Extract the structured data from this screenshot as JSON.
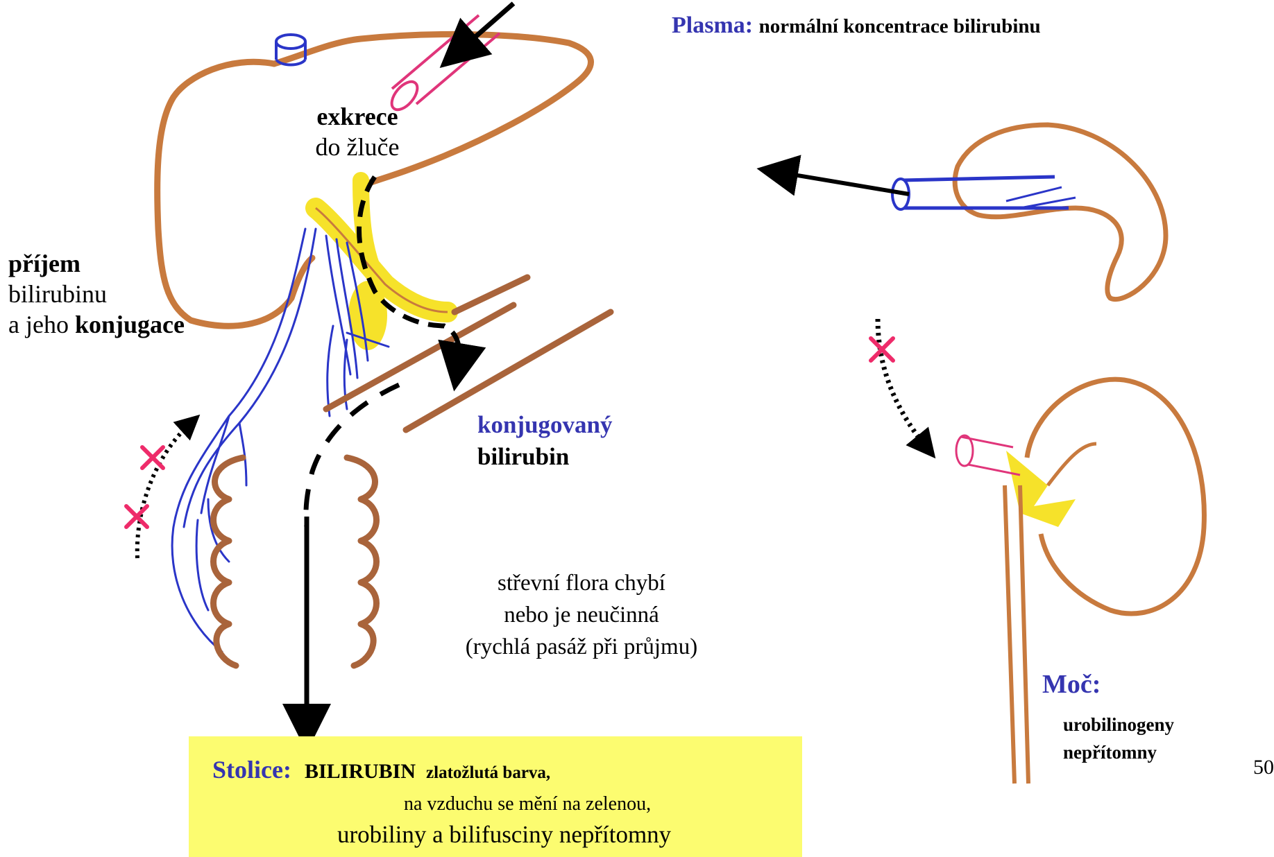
{
  "plasma": {
    "label": "Plasma:",
    "text": "normální  koncentrace bilirubinu"
  },
  "excretion": {
    "bold": "exkrece",
    "rest": "do žluče"
  },
  "uptake": {
    "bold": "příjem",
    "line2": "bilirubinu",
    "line3_pre": "a jeho ",
    "line3_bold": "konjugace"
  },
  "conjugated": {
    "line1": "konjugovaný",
    "line2": "bilirubin"
  },
  "flora": {
    "line1": "střevní flora chybí",
    "line2": "nebo je neučinná",
    "line3": "(rychlá pasáž při průjmu)"
  },
  "stool": {
    "label": "Stolice:",
    "bold": "BILIRUBIN",
    "bold_small": "zlatožlutá barva,",
    "line2": "na vzduchu se mění na zelenou,",
    "line3": "urobiliny a bilifusciny nepřítomny"
  },
  "urine": {
    "label": "Moč:",
    "line1": "urobilinogeny",
    "line2": "nepřítomny"
  },
  "page_number": "50",
  "colors": {
    "organ_outline": "#c87a3e",
    "vessel": "#2a35c8",
    "portal_vessel": "#e0357a",
    "bile": "#f6e22a",
    "cross": "#ee2b6a",
    "heading_blue": "#3535b0",
    "stool_box": "#fcfc70"
  }
}
